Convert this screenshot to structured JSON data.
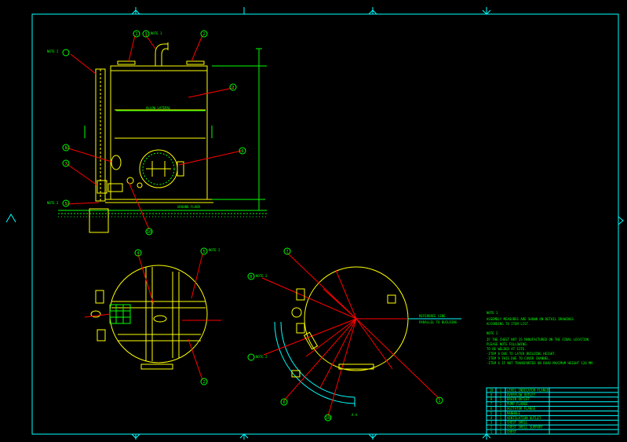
{
  "colors": {
    "background": "#000000",
    "frame": "#00ffff",
    "body": "#ffff00",
    "dimension": "#00ff00",
    "leader": "#ff0000",
    "notes": "#00ff00",
    "hatch": "#ffff00",
    "ground": "#00ff00"
  },
  "callouts": {
    "top_elevation": [
      "1",
      "3",
      "2"
    ],
    "left_elevation": [
      "8",
      "7",
      "5"
    ],
    "right_elevation": [
      "3",
      "9"
    ],
    "bottom_elevation": [
      "10"
    ],
    "plan_left": [
      "4",
      "5",
      "2"
    ],
    "plan_right": [
      "7",
      "8",
      "6",
      "10",
      "1"
    ]
  },
  "labels": {
    "note_1_top": "NOTE 1",
    "note_2_left": "NOTE 2",
    "note_2_left_b": "NOTE 2",
    "internal_partitions": "ALLOW LATERAL",
    "ground_floor": "GROUND FLOOR",
    "note_2_plan": "NOTE 2",
    "note_1_plan_a": "NOTE 2",
    "note_1_plan_b": "NOTE 2",
    "reference_line_1": "REFERENCE LINE",
    "reference_line_2": "PARALLEL TO BUILDING",
    "angle_mark": "A-A"
  },
  "notes": {
    "lines": [
      "NOTE 1",
      "ASSEMBLY MEASURES ARE SHOWN ON DETAIL DRAWINGS",
      "ACCORDING TO ITEM LIST.",
      "",
      "NOTE 2",
      "IF THE CHEST NOT IS MANUFACTURED ON THE FINAL LOCATION",
      "PLEASE NOTE FOLLOWING:",
      "TO BE WELDED AT SITE.",
      "-ITEM 8 DUE TO LATER BUILDING HEIGHT.",
      "-ITEM 9 THIS DUE TO COVER CHANNEL.",
      "-ITEM 6 IF NOT TRANSPORTED ON ROAD MAXIMUM HEIGHT 120 MM."
    ]
  },
  "item_list": {
    "rows": [
      {
        "no": "10",
        "qty": "1",
        "name": "LEVEL INDICATOR FLANGE"
      },
      {
        "no": "9",
        "qty": "1",
        "name": "OVERFLOW OUTLET"
      },
      {
        "no": "8",
        "qty": "1",
        "name": "DRAIN OUTLET"
      },
      {
        "no": "7",
        "qty": "1",
        "name": "PUMP FLANGE"
      },
      {
        "no": "6",
        "qty": "1",
        "name": "AGITATOR FLANGE"
      },
      {
        "no": "5",
        "qty": "1",
        "name": "MANHOLE"
      },
      {
        "no": "4",
        "qty": "1",
        "name": "VENTILATION OUTLET"
      },
      {
        "no": "3",
        "qty": "1",
        "name": "CHEST SHELL"
      },
      {
        "no": "2",
        "qty": "1",
        "name": "CHEST SHELL SUPPORT"
      },
      {
        "no": "1",
        "qty": "1",
        "name": "CHEST"
      }
    ]
  }
}
